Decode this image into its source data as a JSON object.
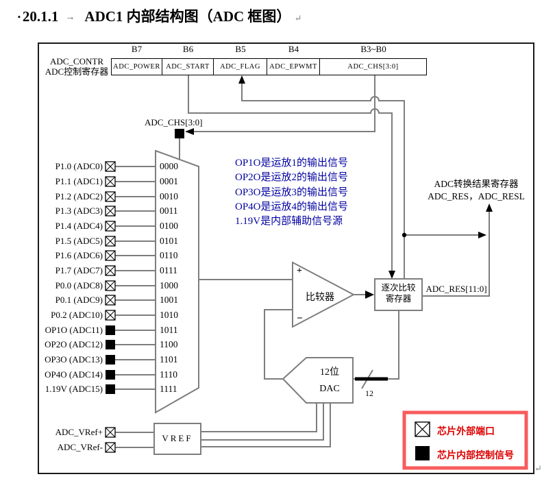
{
  "page": {
    "title_bullet": "▪",
    "title_number": "20.1.1",
    "title_tab": "→",
    "title_text": "ADC1 内部结构图（ADC 框图）",
    "return_mark": "↵"
  },
  "register": {
    "name_line1": "ADC_CONTR",
    "name_line2": "ADC控制寄存器",
    "bits": [
      {
        "pos": "B7",
        "label": "ADC_POWER"
      },
      {
        "pos": "B6",
        "label": "ADC_START"
      },
      {
        "pos": "B5",
        "label": "ADC_FLAG"
      },
      {
        "pos": "B4",
        "label": "ADC_EPWMT"
      },
      {
        "pos": "B3~B0",
        "label": "ADC_CHS[3:0]"
      }
    ]
  },
  "mux": {
    "select_label": "ADC_CHS[3:0]",
    "channels": [
      {
        "label": "P1.0 (ADC0)",
        "code": "0000",
        "type": "external"
      },
      {
        "label": "P1.1 (ADC1)",
        "code": "0001",
        "type": "external"
      },
      {
        "label": "P1.2 (ADC2)",
        "code": "0010",
        "type": "external"
      },
      {
        "label": "P1.3 (ADC3)",
        "code": "0011",
        "type": "external"
      },
      {
        "label": "P1.4 (ADC4)",
        "code": "0100",
        "type": "external"
      },
      {
        "label": "P1.5 (ADC5)",
        "code": "0101",
        "type": "external"
      },
      {
        "label": "P1.6 (ADC6)",
        "code": "0110",
        "type": "external"
      },
      {
        "label": "P1.7 (ADC7)",
        "code": "0111",
        "type": "external"
      },
      {
        "label": "P0.0 (ADC8)",
        "code": "1000",
        "type": "external"
      },
      {
        "label": "P0.1 (ADC9)",
        "code": "1001",
        "type": "external"
      },
      {
        "label": "P0.2 (ADC10)",
        "code": "1010",
        "type": "external"
      },
      {
        "label": "OP1O (ADC11)",
        "code": "1011",
        "type": "internal"
      },
      {
        "label": "OP2O (ADC12)",
        "code": "1100",
        "type": "internal"
      },
      {
        "label": "OP3O (ADC13)",
        "code": "1101",
        "type": "internal"
      },
      {
        "label": "OP4O (ADC14)",
        "code": "1110",
        "type": "internal"
      },
      {
        "label": "1.19V (ADC15)",
        "code": "1111",
        "type": "internal"
      }
    ]
  },
  "notes": {
    "color": "#0000A0",
    "lines": [
      "OP1O是运放1的输出信号",
      "OP2O是运放2的输出信号",
      "OP3O是运放3的输出信号",
      "OP4O是运放4的输出信号",
      "1.19V是内部辅助信号源"
    ]
  },
  "result_register": {
    "line1": "ADC转换结果寄存器",
    "line2": "ADC_RES，ADC_RESL"
  },
  "comparator": {
    "label": "比较器",
    "plus": "+",
    "minus": "−"
  },
  "sar": {
    "line1": "逐次比较",
    "line2": "寄存器",
    "output_label": "ADC_RES[11:0]"
  },
  "dac": {
    "line1": "12位",
    "line2": "DAC",
    "bus_width": "12"
  },
  "vref": {
    "label": "VREF",
    "inputs": [
      {
        "label": "ADC_VRef+",
        "type": "external"
      },
      {
        "label": "ADC_VRef-",
        "type": "external"
      }
    ]
  },
  "legend": {
    "border_color": "#F85C5C",
    "text_color": "#DD0000",
    "items": [
      {
        "marker": "external-port",
        "label": "芯片外部端口"
      },
      {
        "marker": "internal-signal",
        "label": "芯片内部控制信号"
      }
    ]
  },
  "colors": {
    "wire": "#7d7d7d",
    "marker_black": "#000000"
  }
}
